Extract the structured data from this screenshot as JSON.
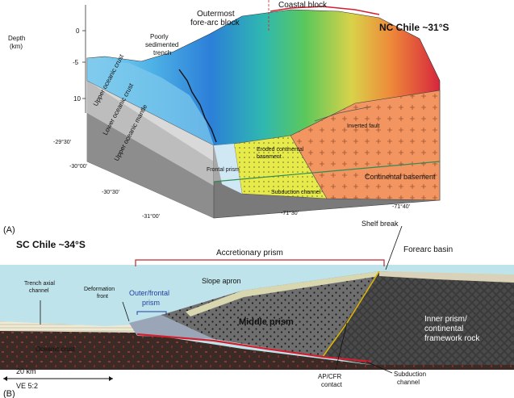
{
  "panel_a": {
    "panel_label": "(A)",
    "title": "NC Chile ~31°S",
    "depth_axis": {
      "title_line1": "Depth",
      "title_line2": "(km)",
      "ticks": [
        "0",
        "-5",
        "10"
      ]
    },
    "block_labels": {
      "outermost_line1": "Outermost",
      "outermost_line2": "fore-arc block",
      "coastal": "Coastal block"
    },
    "trench_label": [
      "Poorly",
      "sedimented",
      "trench"
    ],
    "layers": [
      "Upper oceanic crust",
      "Lower oceanic crust",
      "Upper oceanic mantle"
    ],
    "labels": {
      "eroded_line1": "Eroded continental",
      "eroded_line2": "basement",
      "continental": "Continental basement",
      "inverted": "Inverted fault",
      "frontal": "Frontal prism",
      "subduction": "Subduction channel"
    },
    "lat_ticks": [
      "-29°30'",
      "-30°00'",
      "-30°30'",
      "-31°00'"
    ],
    "lon_ticks": [
      "-71°30'",
      "-71°40'"
    ]
  },
  "panel_b": {
    "panel_label": "(B)",
    "title": "SC Chile ~34°S",
    "labels": {
      "accretionary": "Accretionary   prism",
      "shelf": "Shelf  break",
      "forearc": "Forearc basin",
      "trench_line1": "Trench axial",
      "trench_line2": "channel",
      "deformation_line1": "Deformation",
      "deformation_line2": "front",
      "outer_line1": "Outer/frontal",
      "outer_line2": "prism",
      "slope": "Slope  apron",
      "middle": "Middle prism",
      "inner_line1": "Inner prism/",
      "inner_line2": "continental",
      "inner_line3": "framework rock",
      "oceanic": "Oceanic crust",
      "apcfr_line1": "AP/CFR",
      "apcfr_line2": "contact",
      "subduction_line1": "Subduction",
      "subduction_line2": "channel"
    },
    "scale_text": "20 km",
    "ve_text": "VE 5:2"
  }
}
